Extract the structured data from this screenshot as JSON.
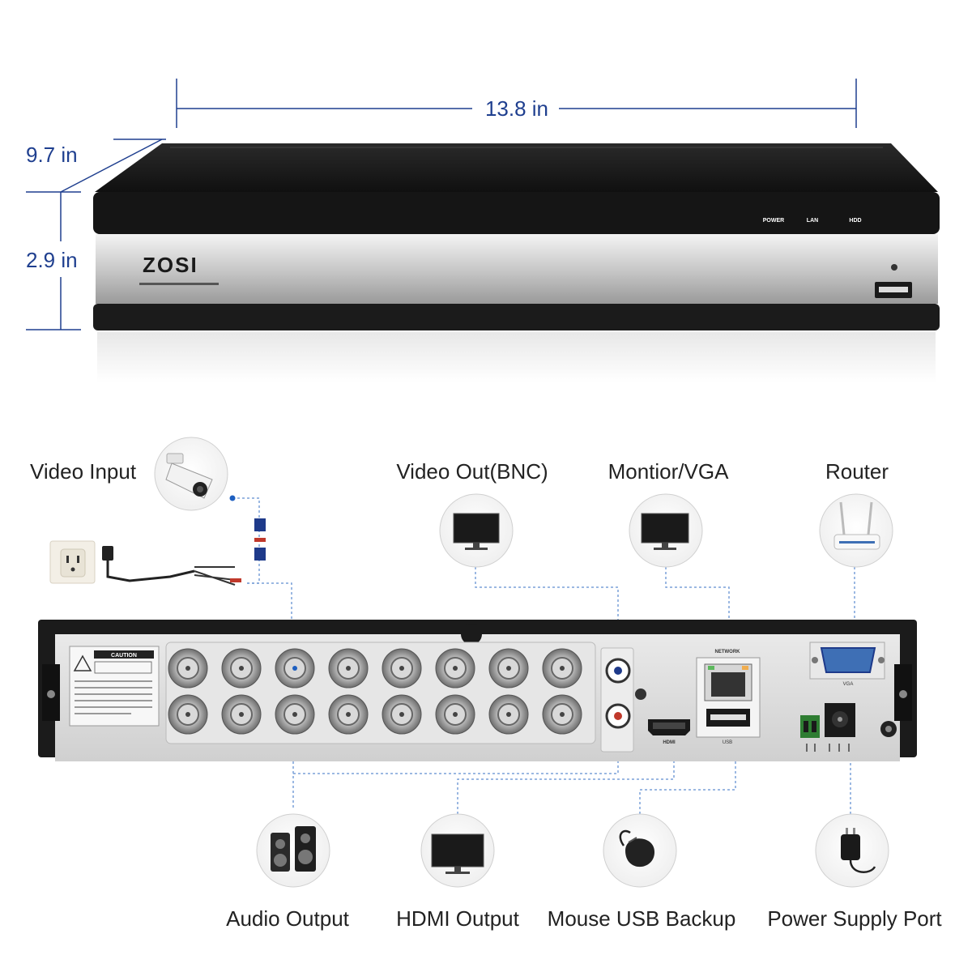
{
  "dimensions": {
    "width": "13.8 in",
    "depth": "9.7 in",
    "height": "2.9 in"
  },
  "front_panel": {
    "brand": "ZOSI",
    "indicators": [
      "POWER",
      "LAN",
      "HDD"
    ]
  },
  "rear_panel": {
    "caution_title": "CAUTION",
    "network_label": "NETWORK",
    "hdmi_label": "HDMI",
    "usb_label": "USB",
    "vga_label": "VGA"
  },
  "connections": {
    "top": [
      {
        "label": "Video Input",
        "icon": "camera-icon"
      },
      {
        "label": "Video Out(BNC)",
        "icon": "monitor-icon"
      },
      {
        "label": "Montior/VGA",
        "icon": "monitor-icon"
      },
      {
        "label": "Router",
        "icon": "router-icon"
      }
    ],
    "bottom": [
      {
        "label": "Audio Output",
        "icon": "speaker-icon"
      },
      {
        "label": "HDMI Output",
        "icon": "monitor-icon"
      },
      {
        "label": "Mouse USB Backup",
        "icon": "mouse-icon"
      },
      {
        "label": "Power Supply Port",
        "icon": "power-adapter-icon"
      }
    ]
  },
  "colors": {
    "dimension_blue": "#1f3f8f",
    "connector_line": "#7aa0d8",
    "device_black": "#1b1b1b"
  }
}
